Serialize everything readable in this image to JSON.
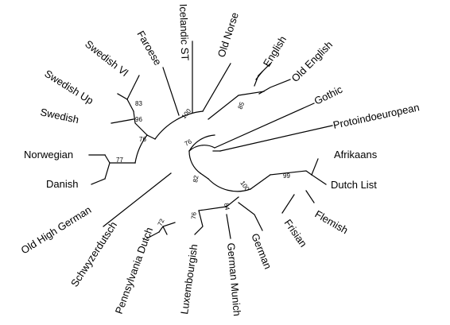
{
  "taxa": {
    "afrikaans": "Afrikaans",
    "dutch_list": "Dutch List",
    "flemish": "Flemish",
    "frisian": "Frisian",
    "german": "German",
    "german_munich": "German Munich",
    "luxembourgish": "Luxembourgish",
    "pennsylvania_dutch": "Pennsylvania Dutch",
    "schwyzerdutsch": "Schwyzerdutsch",
    "old_high_german": "Old High German",
    "danish": "Danish",
    "norwegian": "Norwegian",
    "swedish": "Swedish",
    "swedish_up": "Swedish Up",
    "swedish_vl": "Swedish Vl",
    "faroese": "Faroese",
    "icelandic_st": "Icelandic ST",
    "old_norse": "Old Norse",
    "english": "English",
    "old_english": "Old English",
    "gothic": "Gothic",
    "protoindoeuropean": "Protoindoeuropean"
  },
  "support_values": {
    "swedish_up_vl": "83",
    "swedish_group": "96",
    "scand_core": "76",
    "danish_norwegian": "77",
    "north_germanic": "100",
    "germanic": "76",
    "west_germanic": "82",
    "high_german": "76",
    "german_pair": "84",
    "west_core": "100",
    "low_franconian": "99",
    "schwyzer_penn": "72",
    "english_old_english": "85"
  },
  "colors": {
    "background": "#ffffff",
    "ink": "#000000"
  }
}
